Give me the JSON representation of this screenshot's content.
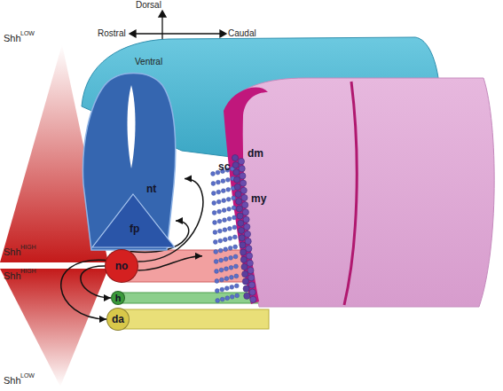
{
  "diagram": {
    "nodes": [
      {
        "text": [
          "nt"
        ]
      },
      {
        "text": [
          "fp"
        ],
        "in": 0
      },
      {
        "text": [
          "no"
        ]
      },
      {
        "text": [
          "h"
        ]
      },
      {
        "text": [
          "da"
        ]
      },
      {
        "text": [
          "dm"
        ]
      },
      {
        "text": [
          "sc"
        ]
      },
      {
        "text": [
          "my"
        ]
      }
    ],
    "edges": [
      {
        "from": 2,
        "to": 0,
        "arrow": "to"
      },
      {
        "from": 2,
        "to": 1,
        "arrow": "to"
      },
      {
        "from": 2,
        "to": 6,
        "arrow": "to"
      },
      {
        "from": 2,
        "to": 3,
        "arrow": "to"
      },
      {
        "from": 2,
        "to": 4,
        "arrow": "to"
      }
    ],
    "labels": [
      "Dorsal",
      "Rostral",
      "Caudal",
      "Ventral",
      "Shh",
      "LOW",
      "Shh",
      "HIGH",
      "Shh",
      "HIGH",
      "Shh",
      "LOW"
    ]
  }
}
